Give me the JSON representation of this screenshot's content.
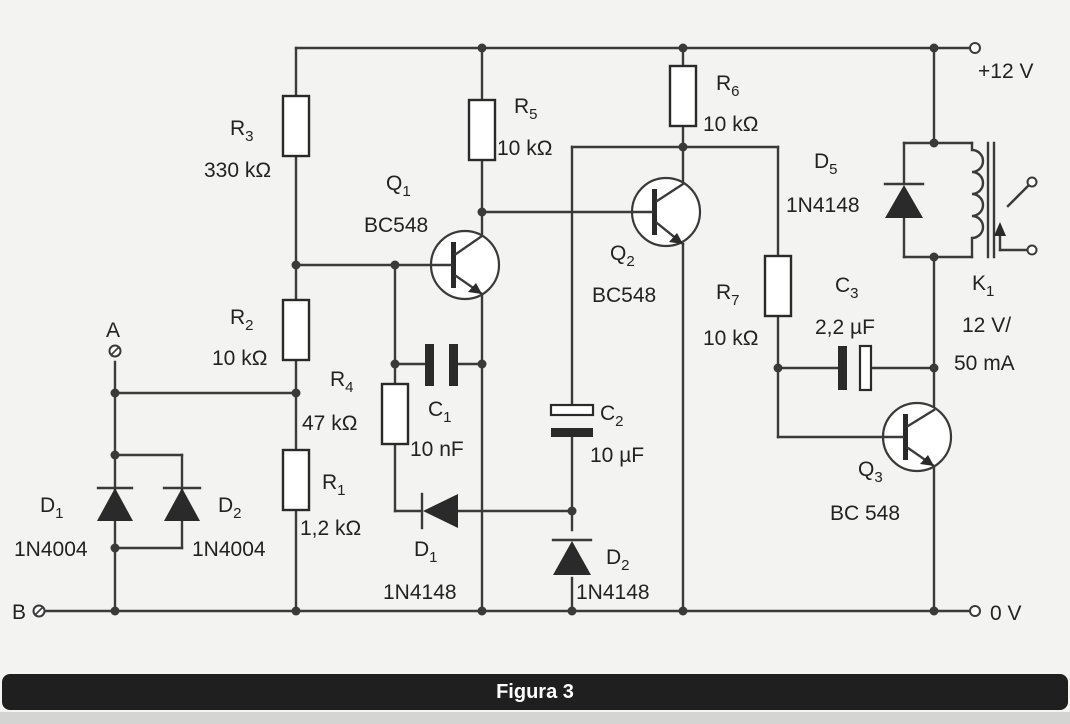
{
  "labels": {
    "supply": "+12 V",
    "ground": "0 V",
    "terminal_a": "A",
    "terminal_b": "B",
    "r3": {
      "sym": "R",
      "idx": "3",
      "val": "330 kΩ"
    },
    "r2": {
      "sym": "R",
      "idx": "2",
      "val": "10 kΩ"
    },
    "r1": {
      "sym": "R",
      "idx": "1",
      "val": "1,2 kΩ"
    },
    "r4": {
      "sym": "R",
      "idx": "4",
      "val": "47 kΩ"
    },
    "r5": {
      "sym": "R",
      "idx": "5",
      "val": "10 kΩ"
    },
    "r6": {
      "sym": "R",
      "idx": "6",
      "val": "10 kΩ"
    },
    "r7": {
      "sym": "R",
      "idx": "7",
      "val": "10 kΩ"
    },
    "c1": {
      "sym": "C",
      "idx": "1",
      "val": "10 nF"
    },
    "c2": {
      "sym": "C",
      "idx": "2",
      "val": "10 µF"
    },
    "c3": {
      "sym": "C",
      "idx": "3",
      "val": "2,2 µF"
    },
    "q1": {
      "sym": "Q",
      "idx": "1",
      "val": "BC548"
    },
    "q2": {
      "sym": "Q",
      "idx": "2",
      "val": "BC548"
    },
    "q3": {
      "sym": "Q",
      "idx": "3",
      "val": "BC 548"
    },
    "d1_left": {
      "sym": "D",
      "idx": "1",
      "val": "1N4004"
    },
    "d2_left": {
      "sym": "D",
      "idx": "2",
      "val": "1N4004"
    },
    "d1_mid": {
      "sym": "D",
      "idx": "1",
      "val": "1N4148"
    },
    "d2_mid": {
      "sym": "D",
      "idx": "2",
      "val": "1N4148"
    },
    "d5": {
      "sym": "D",
      "idx": "5",
      "val": "1N4148"
    },
    "k1": {
      "sym": "K",
      "idx": "1",
      "val1": "12 V/",
      "val2": "50 mA"
    }
  },
  "caption": "Figura 3"
}
